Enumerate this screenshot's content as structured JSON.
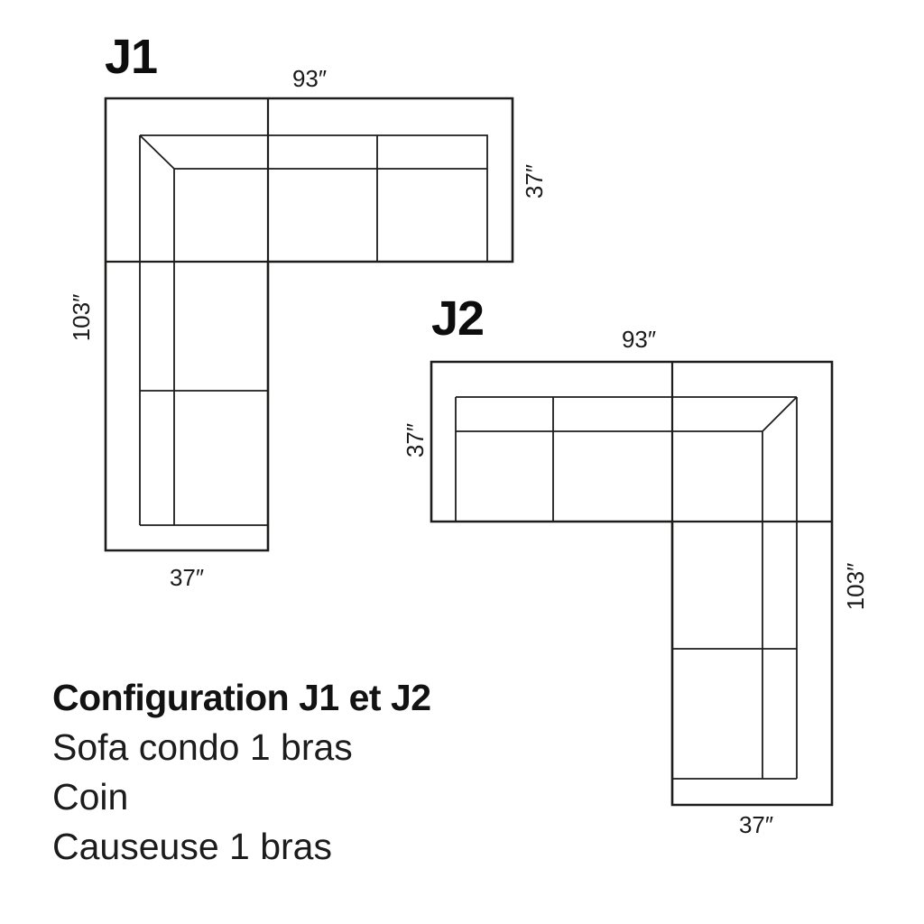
{
  "colors": {
    "background": "#ffffff",
    "line": "#1d1d1b",
    "text": "#1a1a1a"
  },
  "diagrams": [
    {
      "label": "J1",
      "dimensions": {
        "top": "93″",
        "right": "37″",
        "left": "103″",
        "bottom": "37″"
      }
    },
    {
      "label": "J2",
      "dimensions": {
        "top": "93″",
        "left": "37″",
        "right": "103″",
        "bottom": "37″"
      }
    }
  ],
  "caption": {
    "title": "Configuration J1 et J2",
    "lines": [
      "Sofa condo 1 bras",
      "Coin",
      "Causeuse 1 bras"
    ]
  }
}
